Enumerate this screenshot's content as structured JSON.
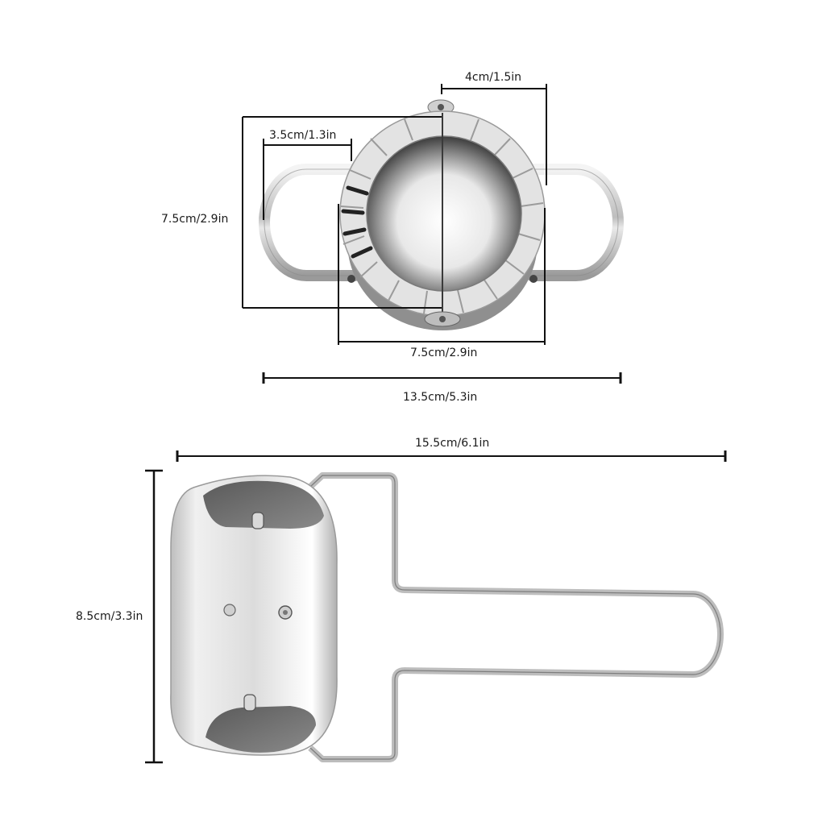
{
  "diagram": {
    "type": "product-dimension-diagram",
    "subject": "Stainless steel dumpling maker and dough press cutter",
    "colors": {
      "dimension_line": "#111111",
      "steel_light": "#f2f2f2",
      "steel_mid": "#c4c4c4",
      "steel_dark": "#6e6e6e",
      "background": "#ffffff"
    }
  },
  "dumpling_mold": {
    "dimensions": {
      "handle_offset": "4cm/1.5in",
      "handle_loop_width": "3.5cm/1.3in",
      "height": "7.5cm/2.9in",
      "mold_diameter": "7.5cm/2.9in",
      "total_width": "13.5cm/5.3in"
    }
  },
  "dough_cutter": {
    "dimensions": {
      "total_length": "15.5cm/6.1in",
      "blade_height": "8.5cm/3.3in"
    }
  }
}
